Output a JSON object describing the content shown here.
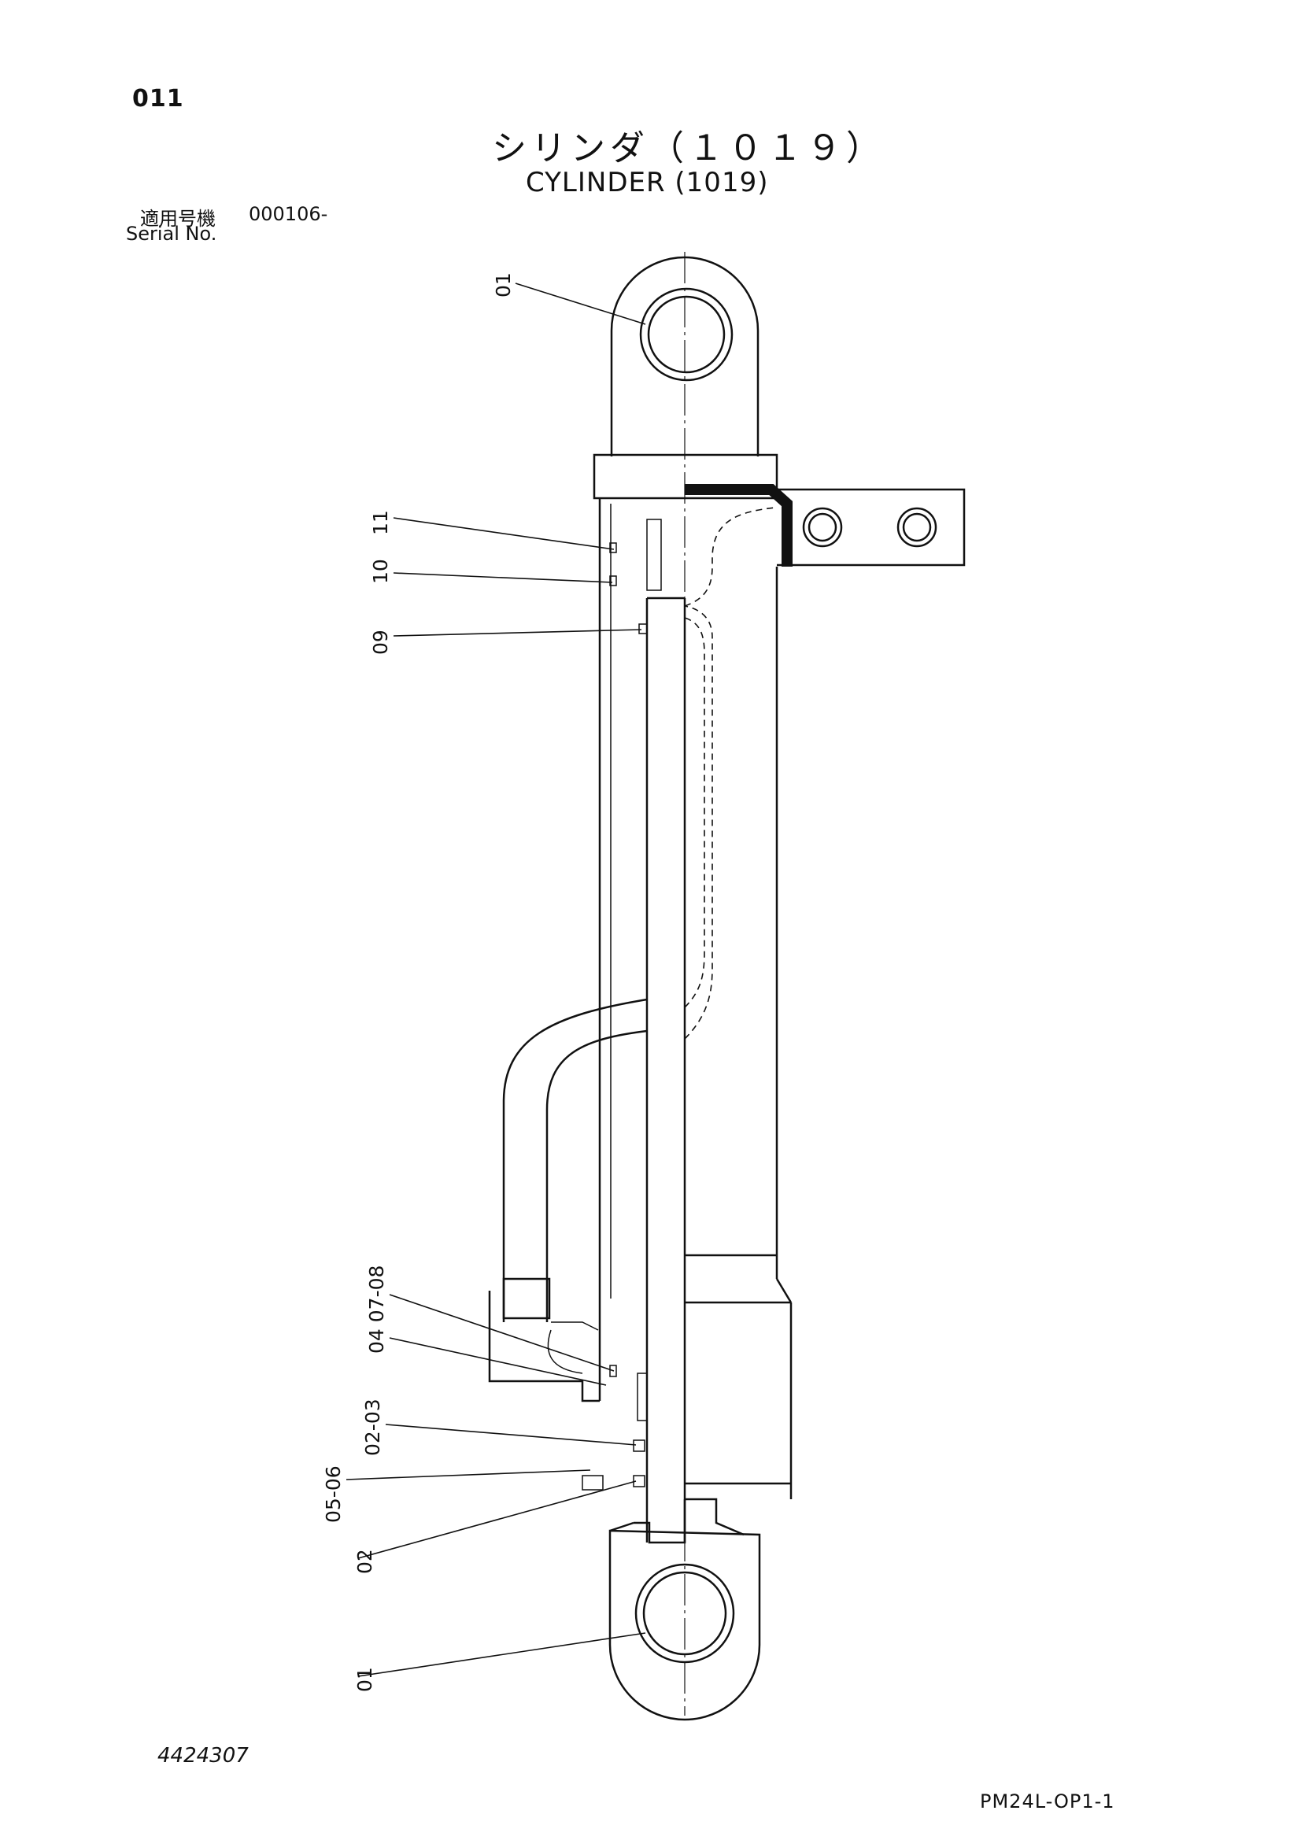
{
  "header": {
    "page_number": "011",
    "title_jp": "シリンダ（１０１９）",
    "title_en": "CYLINDER (1019)",
    "serial_label_jp": "適用号機",
    "serial_value": "000106-",
    "serial_label_en": "Serial No."
  },
  "callouts": {
    "top_pin": "01",
    "c11": "11",
    "c10": "10",
    "c09": "09",
    "c04_0708": "04 07-08",
    "c02_03": "02-03",
    "c05_06": "05-06",
    "c02": "02",
    "bottom_pin": "01"
  },
  "footer": {
    "doc_number": "4424307",
    "page_code": "PM24L-OP1-1"
  }
}
